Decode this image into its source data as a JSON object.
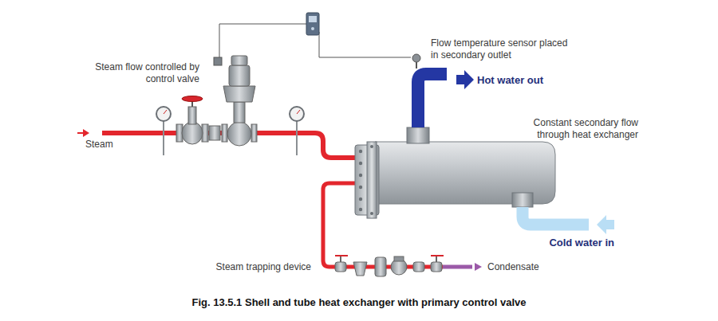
{
  "diagram": {
    "caption": "Fig. 13.5.1 Shell and tube heat exchanger with primary control valve",
    "labels": [
      "Steam flow controlled by control valve",
      "Flow temperature sensor placed in secondary outlet",
      "Hot water out",
      "Constant secondary flow through heat exchanger",
      "Steam",
      "Cold water in",
      "Steam trapping device",
      "Condensate"
    ]
  }
}
